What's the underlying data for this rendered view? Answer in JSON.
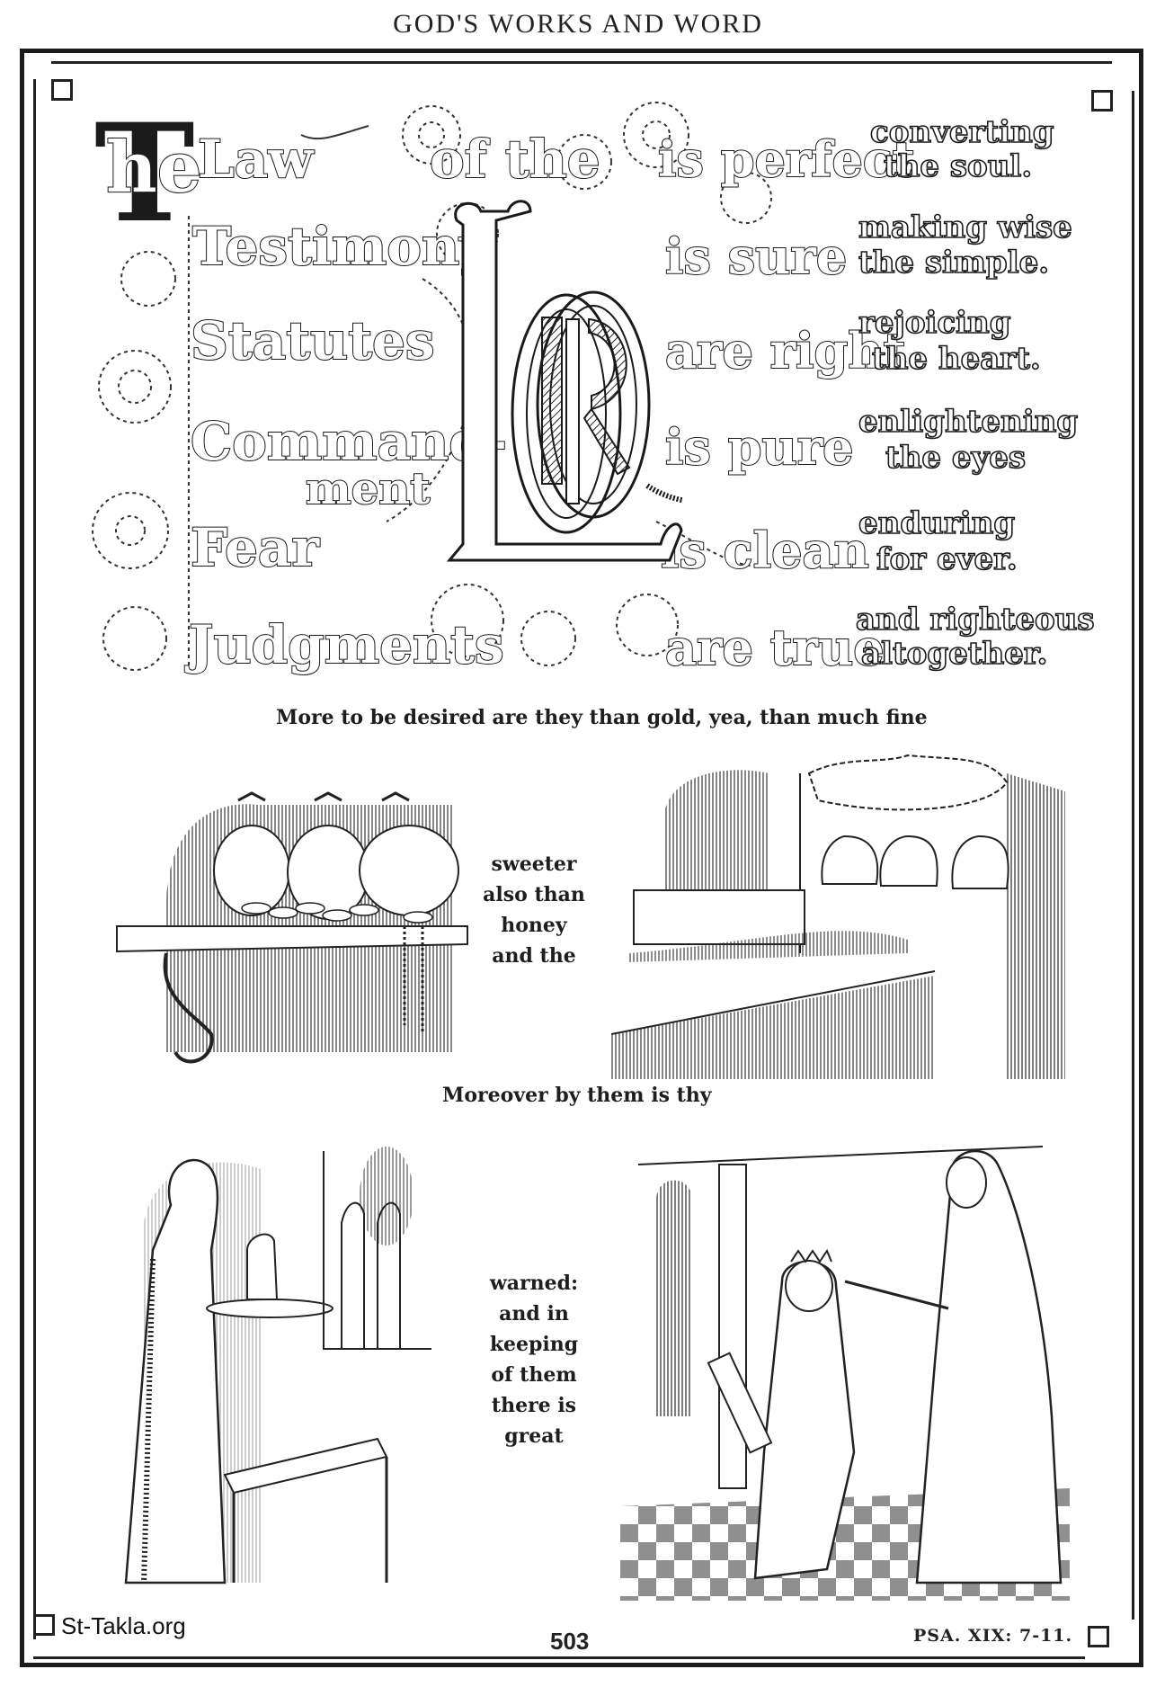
{
  "page": {
    "running_head": "GOD'S WORKS AND WORD",
    "page_number": "503",
    "scripture_reference": "PSA. XIX: 7-11.",
    "watermark": "St-Takla.org"
  },
  "illumination": {
    "initial_letter": "T",
    "initial_rest": "he",
    "monogram": {
      "letters": [
        "L",
        "O",
        "R",
        "D"
      ],
      "label": "LORD"
    },
    "rows": [
      {
        "subject": "Law",
        "connector": "of the",
        "predicate": "is perfect",
        "result": [
          "converting",
          "the soul."
        ]
      },
      {
        "subject": "Testimony",
        "predicate": "is sure",
        "result": [
          "making wise",
          "the simple."
        ]
      },
      {
        "subject": "Statutes",
        "predicate": "are right",
        "result": [
          "rejoicing",
          "the heart."
        ]
      },
      {
        "subject": "Command-",
        "subject_cont": "ment",
        "predicate": "is pure",
        "result": [
          "enlightening",
          "the eyes"
        ]
      },
      {
        "subject": "Fear",
        "predicate": "is clean",
        "result": [
          "enduring",
          "for ever."
        ]
      },
      {
        "subject": "Judgments",
        "predicate": "are true",
        "result": [
          "and righteous",
          "altogether."
        ]
      }
    ]
  },
  "captions": {
    "line1": "More to be desired are they than gold, yea, than much fine",
    "side1": [
      "sweeter",
      "also than",
      "honey",
      "and the"
    ],
    "line2": "Moreover by them is thy",
    "side2": [
      "warned:",
      "and in",
      "keeping",
      "of them",
      "there is",
      "great"
    ]
  },
  "illustrations": [
    {
      "subject": "money bags, coins and pearls on a table"
    },
    {
      "subject": "honeycombs on a counter with beehives beyond"
    },
    {
      "subject": "woman carrying a pitcher beside an open book"
    },
    {
      "subject": "Christ crowning a kneeling figure holding scrolls"
    }
  ]
}
